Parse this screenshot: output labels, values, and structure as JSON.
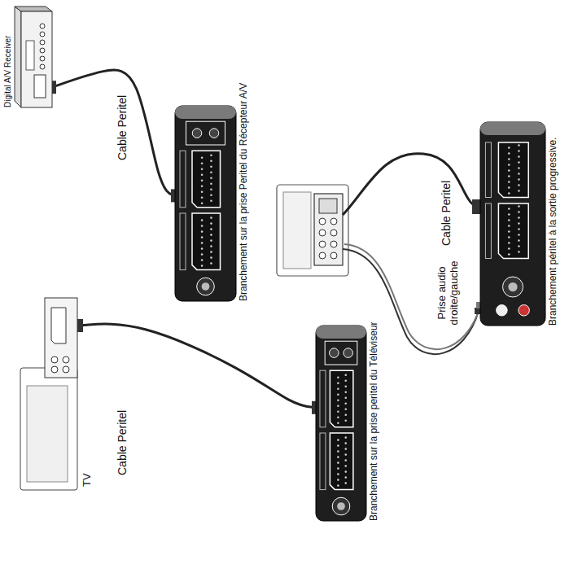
{
  "diagram": {
    "nodes": [
      {
        "text": [
          "Digital A/V Receiver"
        ]
      },
      {
        "text": [
          "TV"
        ]
      },
      {
        "text": [
          "Branchement sur la prise Peritel du Récepteur A/V"
        ]
      },
      {
        "text": [
          "Branchement sur la prise peritel du Téléviseur"
        ]
      },
      {
        "text": [
          "Branchement péritel à la sortie progressive."
        ]
      }
    ],
    "edges": [
      {
        "from": 0,
        "to": 2,
        "arrow": "none",
        "label": "Cable Peritel"
      },
      {
        "from": 1,
        "to": 3,
        "arrow": "none",
        "label": "Cable Peritel"
      }
    ],
    "labels": [
      "Cable Peritel",
      "Prise audio droite/gauche"
    ]
  }
}
